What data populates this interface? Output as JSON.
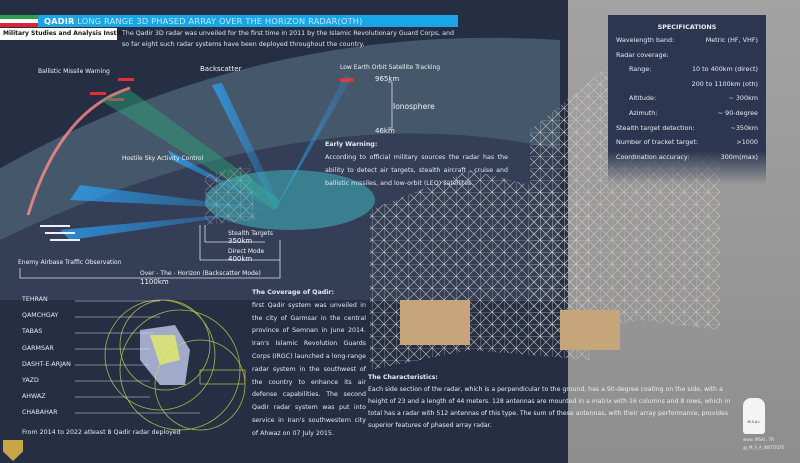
{
  "header": {
    "title_bold": "QADIR",
    "title_rest": "LONG RANGE 3D PHASED ARRAY OVER THE HORIZON RADAR(OTH)",
    "institute": "Military Studies and Analysis Institute",
    "intro": "The Qadir 3D radar was unveiled for the first time in 2011 by the Islamic Revolutionary Guard Corps, and so far eight such radar systems have been deployed throughout the country."
  },
  "diagram": {
    "ballistic": "Ballistic Missile Warning",
    "backscatter": "Backscatter",
    "leo": "Low Earth Orbit Satellite Tracking",
    "km965": "965km",
    "ionosphere": "Ionosphere",
    "km46": "46km",
    "hostile": "Hostile Sky Activity Control",
    "airbase": "Enemy Airbase Traffic Observation",
    "stealth": "Stealth Targets",
    "km350": "350km",
    "direct": "Direct Mode",
    "km400": "400km",
    "oth": "Over - The - Horizon (Backscatter Mode)",
    "km1100": "1100km"
  },
  "early_warning": {
    "title": "Early Warning:",
    "text": "According to official military sources the radar has the ability to detect air targets, stealth aircraft , cruise and ballistic missiles, and low-orbit (LEO) satellites."
  },
  "specs": {
    "title": "SPECIFICATIONS",
    "rows": [
      {
        "label": "Wavelength band:",
        "value": "Metric (HF, VHF)"
      },
      {
        "label": "Radar coverage:",
        "value": ""
      },
      {
        "label": "Range:",
        "value": "10 to 400km (direct)"
      },
      {
        "label": "",
        "value": "200 to 1100km (oth)"
      },
      {
        "label": "Altitude:",
        "value": "~ 300km"
      },
      {
        "label": "Azimuth:",
        "value": "~ 90-degree"
      },
      {
        "label": "Stealth target detection:",
        "value": "~350km"
      },
      {
        "label": "Number of tracket target:",
        "value": ">1000"
      },
      {
        "label": "Coordination accuracy:",
        "value": "300m(max)"
      }
    ]
  },
  "cities": [
    "TEHRAN",
    "QAMCHGAY",
    "TABAS",
    "GARMSAR",
    "DASHT-E-ARJAN",
    "YAZD",
    "AHWAZ",
    "CHABAHAR"
  ],
  "deployed": "From 2014 to 2022 atleast 8 Qadir radar deployed",
  "coverage": {
    "title": "The Coverage of Qadir:",
    "text": "first Qadir system was unveiled in the city of Garmsar in the central province of Semnan in June 2014. Iran's Islamic Revolution Guards Corps (IRGC) launched a long-range radar system in the southwest of the country to enhance its air defense capabilities. The second Qadir radar system was put into service in Iran's southwestern city of Ahwaz on 07 July 2015."
  },
  "characteristics": {
    "title": "The Characteristics:",
    "text": "Each side section of the radar, which is a perpendicular to the ground, has a 90-degree coating on the side, with a height of 23 and a length of 44 meters. 128 antennas are mounted in a matrix with 16 columns and 8 rows, which in total has a radar with 512 antennas of this type. The sum of these antennas, with their array performance, provides superior features of phased array radar."
  },
  "footer": {
    "site": "www. MSAI . TR",
    "handle": "@_M_S_A_INSTITUTE",
    "logo_text": "M.S.A.I."
  }
}
